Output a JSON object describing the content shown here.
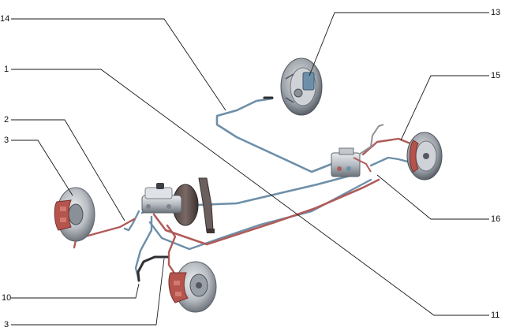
{
  "callouts": {
    "c1": "1",
    "c2": "2",
    "c3_top": "3",
    "c3_bottom": "3",
    "c10": "10",
    "c11": "11",
    "c13": "13",
    "c14": "14",
    "c15": "15",
    "c16": "16"
  },
  "colors": {
    "background": "#ffffff",
    "leader_line": "#1a1a1a",
    "pipe_blue": "#6d8fa9",
    "pipe_blue_dark": "#4d6c86",
    "pipe_red": "#b05b58",
    "pipe_red_dark": "#8a3f3d",
    "disc_grey": "#b9bec4",
    "caliper_red": "#b4544d",
    "metal_dark": "#55595f"
  }
}
